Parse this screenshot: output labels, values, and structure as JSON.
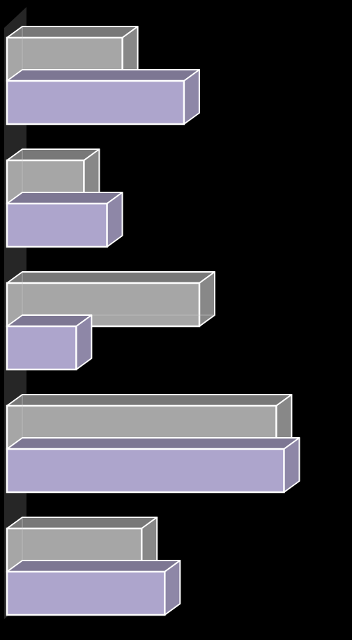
{
  "chart_data": {
    "type": "bar",
    "orientation": "horizontal",
    "style": "3d-clustered",
    "grid": false,
    "legend": "none",
    "categories": [
      "",
      "",
      "",
      "",
      ""
    ],
    "series": [
      {
        "values": [
          3.0,
          2.0,
          5.0,
          7.0,
          3.5
        ],
        "color": "#a6a6a6"
      },
      {
        "values": [
          4.6,
          2.6,
          1.8,
          7.2,
          4.1
        ],
        "color": "#ada5cc"
      }
    ],
    "xlim": [
      0,
      7.5
    ]
  },
  "colors": {
    "background": "#000000",
    "floor": "#262626",
    "bar_edge": "#ffffff"
  }
}
